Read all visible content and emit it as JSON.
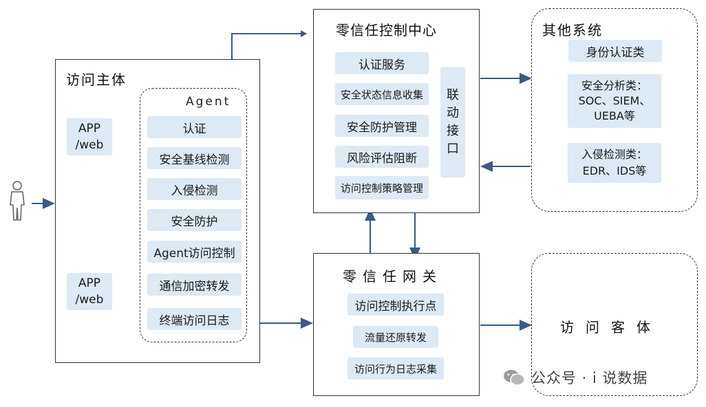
{
  "subject": {
    "title": "访问主体",
    "apps": [
      "APP\n/web",
      "APP\n/web"
    ],
    "agent": {
      "title": "Agent",
      "items": [
        "认证",
        "安全基线检测",
        "入侵检测",
        "安全防护",
        "Agent访问控制",
        "通信加密转发",
        "终端访问日志"
      ]
    }
  },
  "control_center": {
    "title": "零信任控制中心",
    "items": [
      "认证服务",
      "安全状态信息收集",
      "安全防护管理",
      "风险评估阻断",
      "访问控制策略管理"
    ],
    "interface": "联\n动\n接\n口"
  },
  "other_systems": {
    "title": "其他系统",
    "items": [
      "身份认证类",
      "安全分析类：\nSOC、SIEM、\nUEBA等",
      "入侵检测类：\nEDR、IDS等"
    ]
  },
  "gateway": {
    "title": "零信任网关",
    "items": [
      "访问控制执行点",
      "流量还原转发",
      "访问行为日志采集"
    ]
  },
  "object": {
    "title": "访问客体"
  },
  "watermark": "公众号 · i 说数据",
  "colors": {
    "arrow": "#3a5a8a",
    "pill_bg": "#dde9f4",
    "border": "#333333"
  }
}
